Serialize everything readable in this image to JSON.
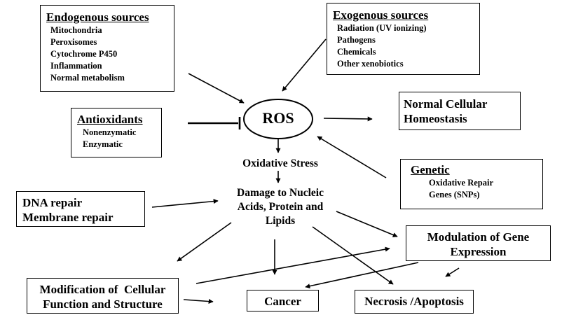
{
  "endogenous": {
    "title": "Endogenous sources",
    "items": [
      "Mitochondria",
      "Peroxisomes",
      "Cytochrome P450",
      "Inflammation",
      "Normal metabolism"
    ]
  },
  "exogenous": {
    "title": "Exogenous sources",
    "items": [
      "Radiation (UV ionizing)",
      "Pathogens",
      "Chemicals",
      "Other xenobiotics"
    ]
  },
  "antioxidants": {
    "title": "Antioxidants",
    "items": [
      "Nonenzymatic",
      "Enzymatic"
    ]
  },
  "ros": "ROS",
  "normal_homeostasis": [
    "Normal Cellular",
    "Homeostasis"
  ],
  "genetic": {
    "title": "Genetic",
    "items": [
      "Oxidative Repair",
      "Genes (SNPs)"
    ]
  },
  "oxidative_stress": "Oxidative Stress",
  "damage": [
    "Damage to Nucleic",
    "Acids, Protein and",
    "Lipids"
  ],
  "repair": [
    "DNA repair",
    "Membrane repair"
  ],
  "modulation_gene": [
    "Modulation of Gene",
    "Expression"
  ],
  "modification_cell": [
    "Modification of  Cellular",
    "Function and Structure"
  ],
  "cancer": "Cancer",
  "necrosis": "Necrosis /Apoptosis"
}
